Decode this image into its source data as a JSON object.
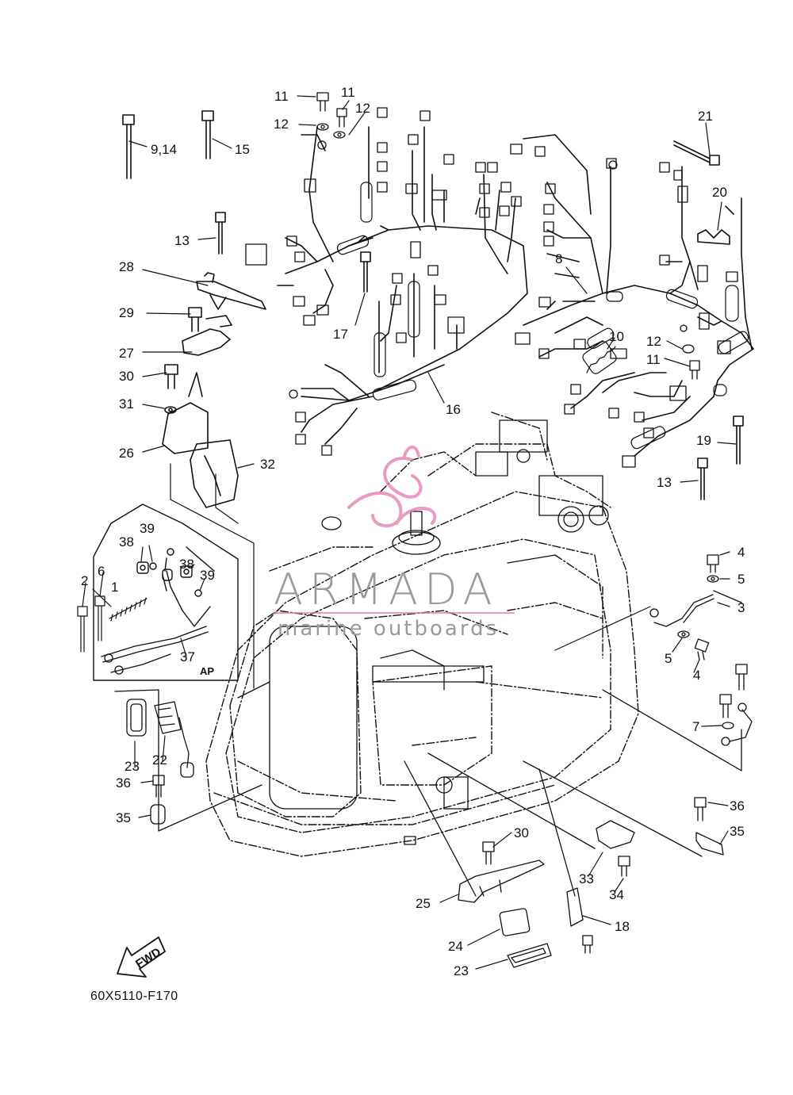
{
  "figure_code": "60X5110-F170",
  "fwd_label": "FWD",
  "ap_label": "AP",
  "watermark": {
    "title": "ARMADA",
    "subtitle": "marine outboards",
    "accent_color": "#e27ab0",
    "text_color": "#9a9a9a"
  },
  "callouts": {
    "c1": "1",
    "c2": "2",
    "c3": "3",
    "c4a": "4",
    "c4b": "4",
    "c5a": "5",
    "c5b": "5",
    "c6": "6",
    "c7": "7",
    "c8": "8",
    "c914": "9,14",
    "c10": "10",
    "c11a": "11",
    "c11b": "11",
    "c11c": "11",
    "c12a": "12",
    "c12b": "12",
    "c12c": "12",
    "c13a": "13",
    "c13b": "13",
    "c15": "15",
    "c16": "16",
    "c17": "17",
    "c18": "18",
    "c19": "19",
    "c20": "20",
    "c21": "21",
    "c22": "22",
    "c23a": "23",
    "c23b": "23",
    "c24": "24",
    "c25": "25",
    "c26": "26",
    "c27": "27",
    "c28": "28",
    "c29": "29",
    "c30a": "30",
    "c30b": "30",
    "c31": "31",
    "c32": "32",
    "c33": "33",
    "c34": "34",
    "c35a": "35",
    "c35b": "35",
    "c36a": "36",
    "c36b": "36",
    "c37": "37",
    "c38a": "38",
    "c38b": "38",
    "c39a": "39",
    "c39b": "39"
  }
}
